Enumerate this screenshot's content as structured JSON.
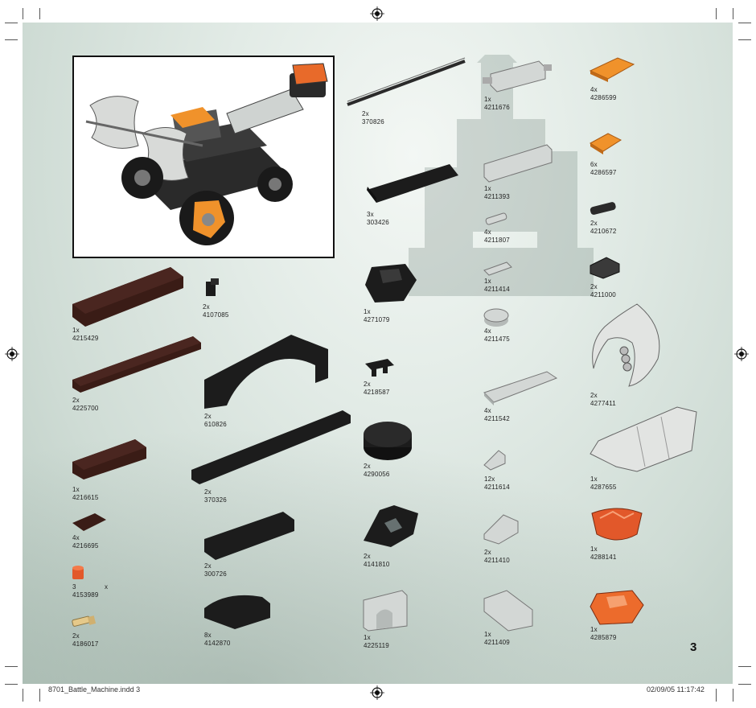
{
  "page": {
    "number": "3",
    "file_slug": "8701_Battle_Machine.indd   3",
    "timestamp": "02/09/05   11:17:42"
  },
  "colors": {
    "black_part": "#1c1c1c",
    "brown_part": "#3a1c16",
    "gray_part": "#d3d7d5",
    "orange_part": "#f0922b",
    "trans_orange": "#e2582a"
  },
  "parts": [
    {
      "key": "p370826",
      "qty": "2x",
      "id": "370826"
    },
    {
      "key": "p4211676",
      "qty": "1x",
      "id": "4211676"
    },
    {
      "key": "p4286599",
      "qty": "4x",
      "id": "4286599"
    },
    {
      "key": "p303426",
      "qty": "3x",
      "id": "303426"
    },
    {
      "key": "p4211393",
      "qty": "1x",
      "id": "4211393"
    },
    {
      "key": "p4286597",
      "qty": "6x",
      "id": "4286597"
    },
    {
      "key": "p4211807",
      "qty": "4x",
      "id": "4211807"
    },
    {
      "key": "p4210672",
      "qty": "2x",
      "id": "4210672"
    },
    {
      "key": "p4215429",
      "qty": "1x",
      "id": "4215429"
    },
    {
      "key": "p4107085",
      "qty": "2x",
      "id": "4107085"
    },
    {
      "key": "p4271079",
      "qty": "1x",
      "id": "4271079"
    },
    {
      "key": "p4211414",
      "qty": "1x",
      "id": "4211414"
    },
    {
      "key": "p4211000",
      "qty": "2x",
      "id": "4211000"
    },
    {
      "key": "p4211475",
      "qty": "4x",
      "id": "4211475"
    },
    {
      "key": "p4225700",
      "qty": "2x",
      "id": "4225700"
    },
    {
      "key": "p610826",
      "qty": "2x",
      "id": "610826"
    },
    {
      "key": "p4218587",
      "qty": "2x",
      "id": "4218587"
    },
    {
      "key": "p4211542",
      "qty": "4x",
      "id": "4211542"
    },
    {
      "key": "p4277411",
      "qty": "2x",
      "id": "4277411"
    },
    {
      "key": "p4216615",
      "qty": "1x",
      "id": "4216615"
    },
    {
      "key": "p370326",
      "qty": "2x",
      "id": "370326"
    },
    {
      "key": "p4290056",
      "qty": "2x",
      "id": "4290056"
    },
    {
      "key": "p4211614",
      "qty": "12x",
      "id": "4211614"
    },
    {
      "key": "p4287655",
      "qty": "1x",
      "id": "4287655"
    },
    {
      "key": "p4216695",
      "qty": "4x",
      "id": "4216695"
    },
    {
      "key": "p300726",
      "qty": "2x",
      "id": "300726"
    },
    {
      "key": "p4141810",
      "qty": "2x",
      "id": "4141810"
    },
    {
      "key": "p4211410",
      "qty": "2x",
      "id": "4211410"
    },
    {
      "key": "p4288141",
      "qty": "1x",
      "id": "4288141"
    },
    {
      "key": "p4153989",
      "qty": "3",
      "qty_suffix": "x",
      "id": "4153989"
    },
    {
      "key": "p4186017",
      "qty": "2x",
      "id": "4186017"
    },
    {
      "key": "p4142870",
      "qty": "8x",
      "id": "4142870"
    },
    {
      "key": "p4225119",
      "qty": "1x",
      "id": "4225119"
    },
    {
      "key": "p4211409",
      "qty": "1x",
      "id": "4211409"
    },
    {
      "key": "p4285879",
      "qty": "1x",
      "id": "4285879"
    }
  ]
}
